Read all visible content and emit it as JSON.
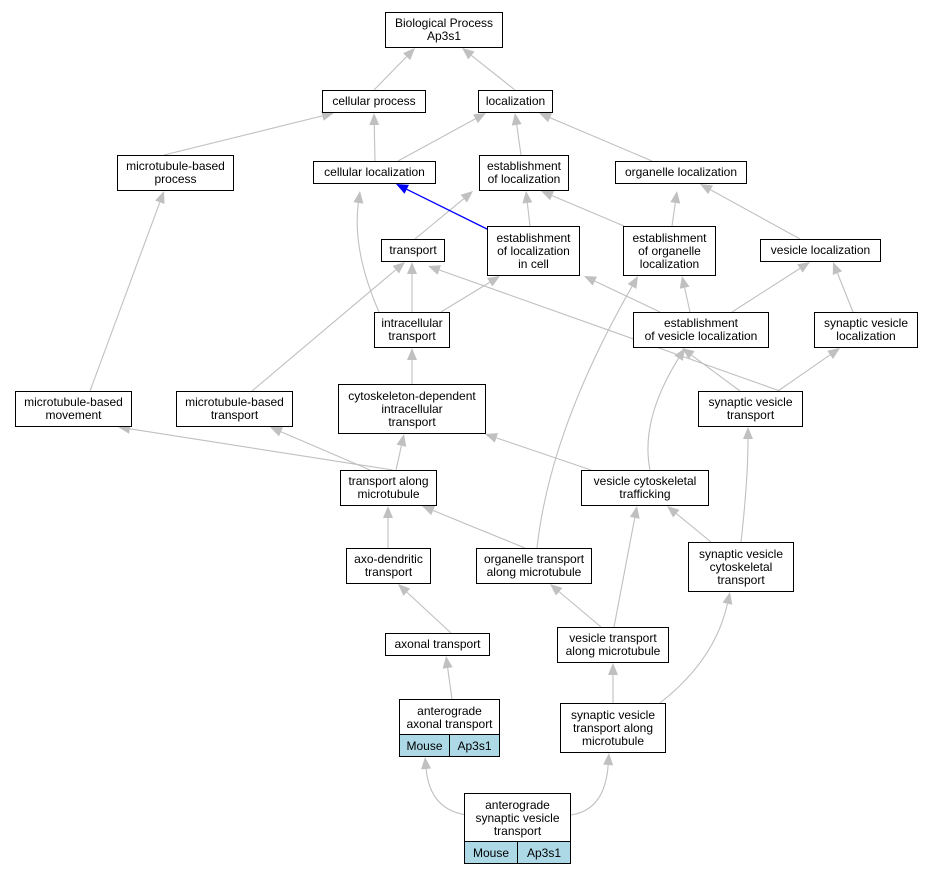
{
  "nodes": {
    "bp_root": "Biological Process\nAp3s1",
    "cellular_process": "cellular process",
    "localization": "localization",
    "microtubule_based_process": "microtubule-based\nprocess",
    "cellular_localization": "cellular localization",
    "establishment_of_localization": "establishment\nof localization",
    "organelle_localization": "organelle localization",
    "transport": "transport",
    "establishment_of_localization_in_cell": "establishment\nof localization\nin cell",
    "establishment_of_organelle_localization": "establishment\nof organelle\nlocalization",
    "vesicle_localization": "vesicle localization",
    "intracellular_transport": "intracellular\ntransport",
    "establishment_of_vesicle_localization": "establishment\nof vesicle localization",
    "synaptic_vesicle_localization": "synaptic vesicle\nlocalization",
    "microtubule_based_movement": "microtubule-based\nmovement",
    "microtubule_based_transport": "microtubule-based\ntransport",
    "cytoskeleton_dependent_intracellular_transport": "cytoskeleton-dependent\nintracellular\ntransport",
    "synaptic_vesicle_transport": "synaptic vesicle\ntransport",
    "transport_along_microtubule": "transport along\nmicrotubule",
    "vesicle_cytoskeletal_trafficking": "vesicle cytoskeletal\ntrafficking",
    "axo_dendritic_transport": "axo-dendritic\ntransport",
    "organelle_transport_along_microtubule": "organelle transport\nalong microtubule",
    "synaptic_vesicle_cytoskeletal_transport": "synaptic vesicle\ncytoskeletal\ntransport",
    "axonal_transport": "axonal transport",
    "vesicle_transport_along_microtubule": "vesicle transport\nalong microtubule",
    "anterograde_axonal_transport": {
      "label": "anterograde\naxonal transport",
      "species": "Mouse",
      "gene": "Ap3s1"
    },
    "synaptic_vesicle_transport_along_microtubule": "synaptic vesicle\ntransport along\nmicrotubule",
    "anterograde_synaptic_vesicle_transport": {
      "label": "anterograde\nsynaptic vesicle\ntransport",
      "species": "Mouse",
      "gene": "Ap3s1"
    }
  },
  "colors": {
    "edge": "#c0c0c0",
    "highlight_edge": "#0000ff",
    "annotation_fill": "#add8e6",
    "node_border": "#000000"
  }
}
